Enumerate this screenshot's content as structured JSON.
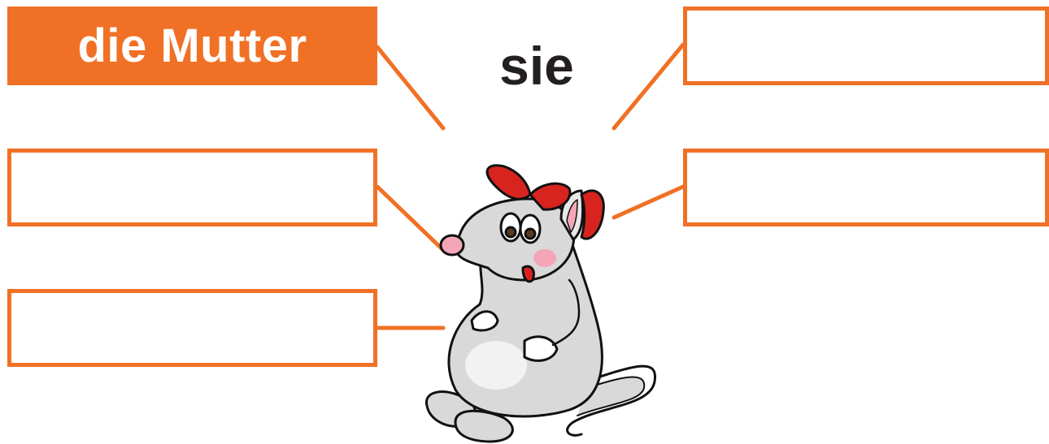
{
  "boxes": {
    "top_left": {
      "text": "die Mutter",
      "filled": true
    },
    "mid_left": {
      "text": ""
    },
    "bottom_left": {
      "text": ""
    },
    "top_right": {
      "text": ""
    },
    "mid_right": {
      "text": ""
    }
  },
  "pronoun": "sie",
  "colors": {
    "accent": "#F07125",
    "text": "#231F20",
    "mouse_body": "#D9D9D9",
    "bow": "#D7241E",
    "cheek": "#F4A6B8"
  },
  "illustration": "pregnant-mouse-with-red-bow"
}
